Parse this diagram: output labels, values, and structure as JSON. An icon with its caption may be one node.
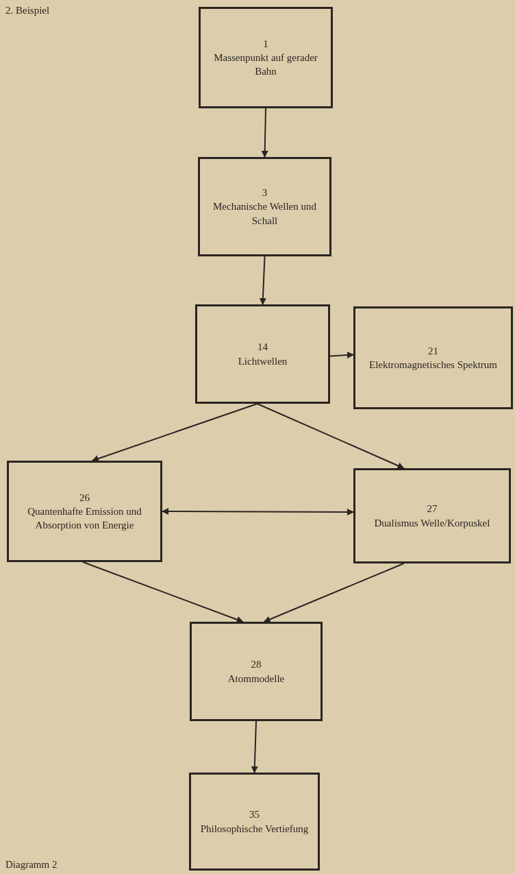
{
  "diagram": {
    "title": "2. Beispiel",
    "caption": "Diagramm 2",
    "nodes": [
      {
        "text": [
          "1",
          "Massenpunkt auf gerader Bahn"
        ]
      },
      {
        "text": [
          "3",
          "Mechanische Wellen und Schall"
        ]
      },
      {
        "text": [
          "14",
          "Lichtwellen"
        ]
      },
      {
        "text": [
          "21",
          "Elektromagnetisches Spektrum"
        ]
      },
      {
        "text": [
          "26",
          "Quantenhafte Emission und Absorption von Energie"
        ]
      },
      {
        "text": [
          "27",
          "Dualismus Welle/Korpuskel"
        ]
      },
      {
        "text": [
          "28",
          "Atommodelle"
        ]
      },
      {
        "text": [
          "35",
          "Philosophische Vertiefung"
        ]
      }
    ],
    "edges": [
      {
        "from": 0,
        "to": 1,
        "arrow": "to"
      },
      {
        "from": 1,
        "to": 2,
        "arrow": "to"
      },
      {
        "from": 2,
        "to": 3,
        "arrow": "to"
      },
      {
        "from": 2,
        "to": 4,
        "arrow": "to"
      },
      {
        "from": 2,
        "to": 5,
        "arrow": "to"
      },
      {
        "from": 4,
        "to": 5,
        "arrow": "both"
      },
      {
        "from": 4,
        "to": 6,
        "arrow": "to"
      },
      {
        "from": 5,
        "to": 6,
        "arrow": "to"
      },
      {
        "from": 6,
        "to": 7,
        "arrow": "to"
      }
    ]
  }
}
